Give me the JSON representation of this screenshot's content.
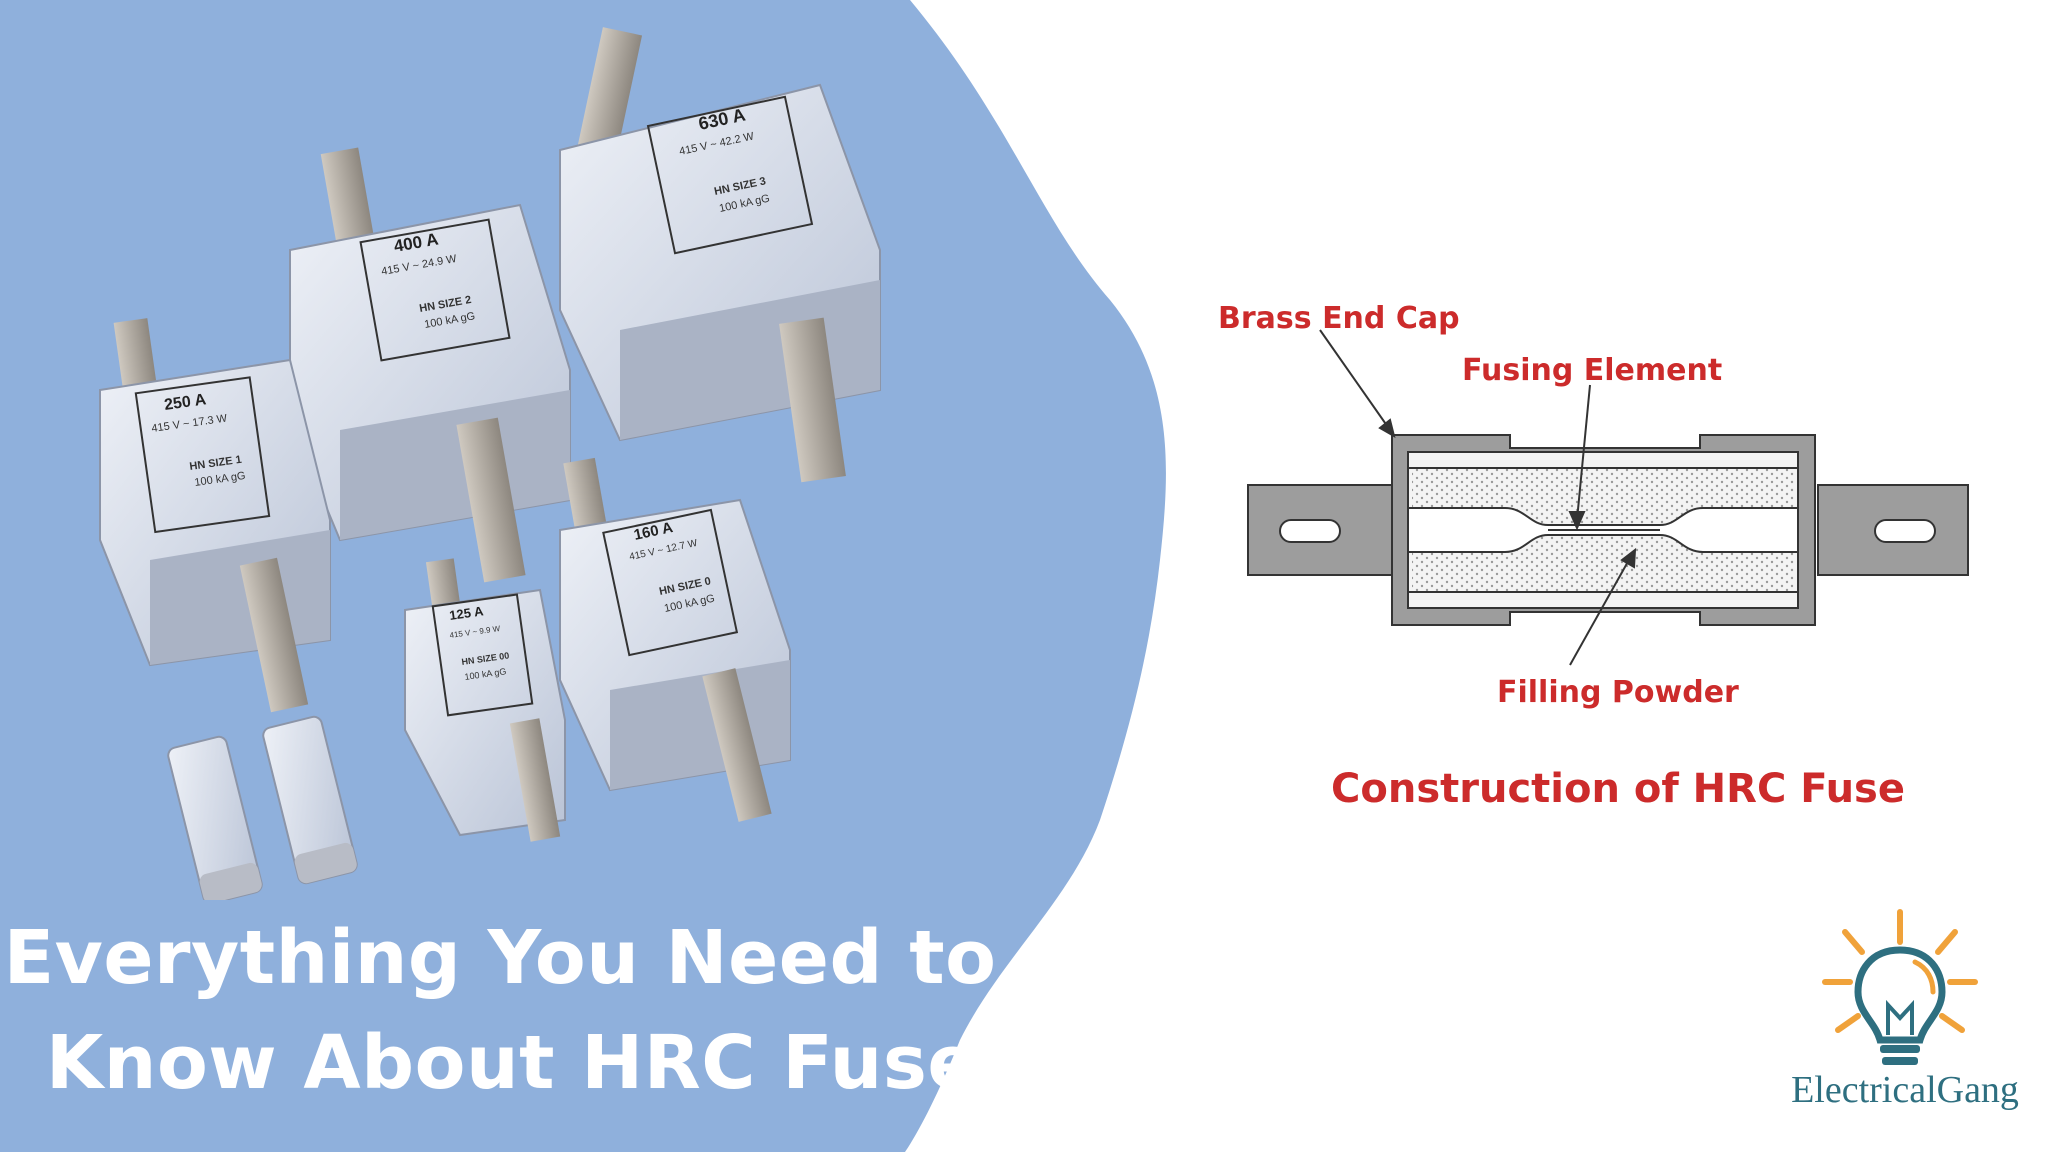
{
  "headline": {
    "line1": "Everything You Need to",
    "line2": "Know About HRC Fuse"
  },
  "fuses": [
    {
      "rating": "250 A",
      "spec": "415 V ~ 17.3 W",
      "size": "HN SIZE 1",
      "breaking": "100 kA gG"
    },
    {
      "rating": "400 A",
      "spec": "415 V ~ 24.9 W",
      "size": "HN SIZE 2",
      "breaking": "100 kA gG"
    },
    {
      "rating": "630 A",
      "spec": "415 V ~ 42.2 W",
      "size": "HN SIZE 3",
      "breaking": "100 kA gG"
    },
    {
      "rating": "160 A",
      "spec": "415 V ~ 12.7 W",
      "size": "HN SIZE 0",
      "breaking": "100 kA gG"
    },
    {
      "rating": "125 A",
      "spec": "415 V ~ 9.9 W",
      "size": "HN SIZE 00",
      "breaking": "100 kA gG"
    }
  ],
  "diagram": {
    "labels": {
      "end_cap": "Brass End Cap",
      "element": "Fusing Element",
      "powder": "Filling Powder"
    },
    "caption": "Construction of HRC Fuse"
  },
  "brand": {
    "name": "ElectricalGang"
  },
  "colors": {
    "blob": "#8fb0dc",
    "label": "#cc2b2b",
    "brand": "#2e6f80",
    "bulb_rays": "#f0a23a"
  }
}
